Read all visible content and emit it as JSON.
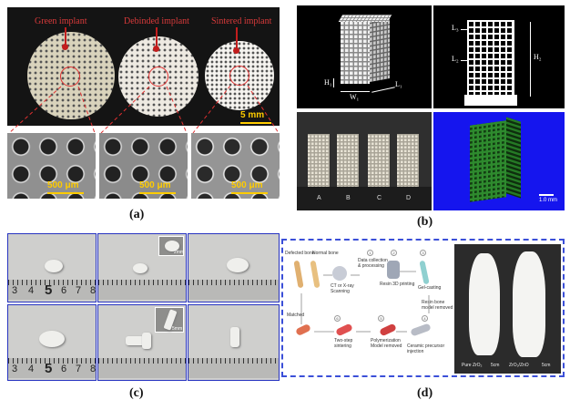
{
  "panel_a": {
    "labels": {
      "green": "Green implant",
      "debinded": "Debinded implant",
      "sintered": "Sintered implant"
    },
    "scale_top": "5 mm",
    "sem_scale": [
      "500 μm",
      "500 μm",
      "500 μm"
    ],
    "caption": "(a)"
  },
  "panel_b": {
    "dims": {
      "h1": "H₁",
      "w1": "W₁",
      "l1": "L₁",
      "l2": "L₂",
      "l3": "L₃",
      "h2": "H₂"
    },
    "samples": [
      "A",
      "B",
      "C",
      "D"
    ],
    "scale": "1.0 mm",
    "caption": "(b)"
  },
  "panel_c": {
    "ruler_top": [
      "3",
      "4",
      "5",
      "6",
      "7",
      "8"
    ],
    "ruler_bottom": [
      "3",
      "4",
      "5",
      "6",
      "7",
      "8"
    ],
    "inset_scale": [
      "2mm",
      "5mm"
    ],
    "caption": "(c)"
  },
  "panel_d": {
    "steps": {
      "defected_bone": "Defected bone",
      "normal_bone": "Normal bone",
      "ct_scan": "CT or X-ray\nScanning",
      "data": "Data collection\n& processing",
      "resin_print": "Resin 3D printing",
      "gel_casting": "Gel-casting",
      "resin_removed": "Resin bone\nmodel removed",
      "ceramic_injection": "Ceramic precursor\ninjection",
      "polymerization": "Polymerization\nModel removed",
      "two_step": "Two-step\nsintering",
      "matched": "Matched"
    },
    "step_numbers": [
      "1",
      "2",
      "3",
      "4",
      "5",
      "6"
    ],
    "photo_labels": [
      "Pure ZrO₂",
      "ZrO₂/ZnO"
    ],
    "photo_scale": [
      "5cm",
      "5cm"
    ],
    "caption": "(d)"
  },
  "colors": {
    "label_red": "#d83a3a",
    "scale_yellow": "#ffcc00",
    "frame_blue": "#3b4fd8",
    "bg_blue": "#1515ee"
  }
}
